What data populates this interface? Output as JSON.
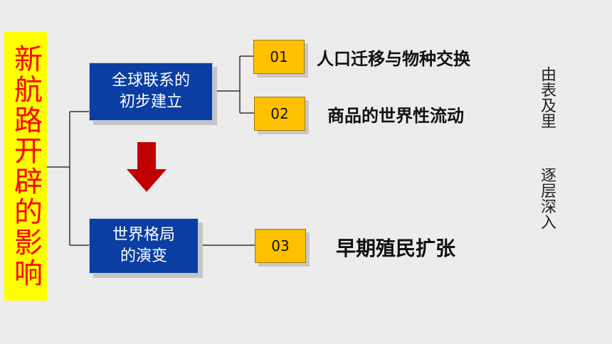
{
  "title": "新航路开辟的影响",
  "boxes": {
    "global_connection": "全球联系的\n初步建立",
    "world_pattern": "世界格局\n的演变"
  },
  "items": [
    {
      "num": "01",
      "label": "人口迁移与物种交换"
    },
    {
      "num": "02",
      "label": "商品的世界性流动"
    },
    {
      "num": "03",
      "label": "早期殖民扩张"
    }
  ],
  "side_notes": [
    "由表及里",
    "逐层深入"
  ],
  "colors": {
    "title_bg": "#ffff00",
    "title_text": "#ff0000",
    "box_blue": "#0b3ea2",
    "num_box": "#ffc000",
    "arrow": "#c00000"
  }
}
